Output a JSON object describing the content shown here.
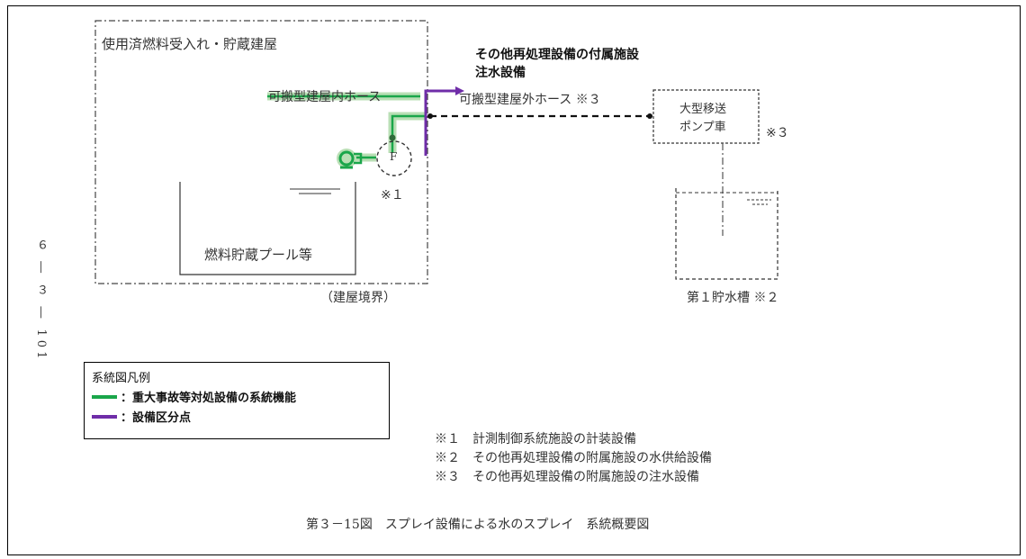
{
  "diagram": {
    "building_label": "使用済燃料受入れ・貯蔵建屋",
    "other_facility_title": "その他再処理設備の付属施設",
    "injection_equipment": "注水設備",
    "indoor_hose": "可搬型建屋内ホース",
    "outdoor_hose": "可搬型建屋外ホース ※３",
    "pump_truck_line1": "大型移送",
    "pump_truck_line2": "ポンプ車",
    "pump_truck_note": "※３",
    "flow_meter": "F",
    "flow_meter_note": "※１",
    "pool_label": "燃料貯蔵プール等",
    "boundary_label": "（建屋境界）",
    "tank_label": "第１貯水槽 ※２",
    "page_number": "６ ― ３ ― 101"
  },
  "legend": {
    "title": "系統図凡例",
    "items": [
      {
        "label": "：重大事故等対処設備の系統機能",
        "color": "#1aa64a"
      },
      {
        "label": "：設備区分点",
        "color": "#6f2da8"
      }
    ]
  },
  "notes": [
    "※１　計測制御系統施設の計装設備",
    "※２　その他再処理設備の附属施設の水供給設備",
    "※３　その他再処理設備の附属施設の注水設備"
  ],
  "caption": "第３－15図　スプレイ設備による水のスプレイ　系統概要図",
  "colors": {
    "green": "#1aa64a",
    "green_halo": "#b9dfb5",
    "purple": "#6f2da8",
    "dark_green": "#2f6b3a"
  }
}
